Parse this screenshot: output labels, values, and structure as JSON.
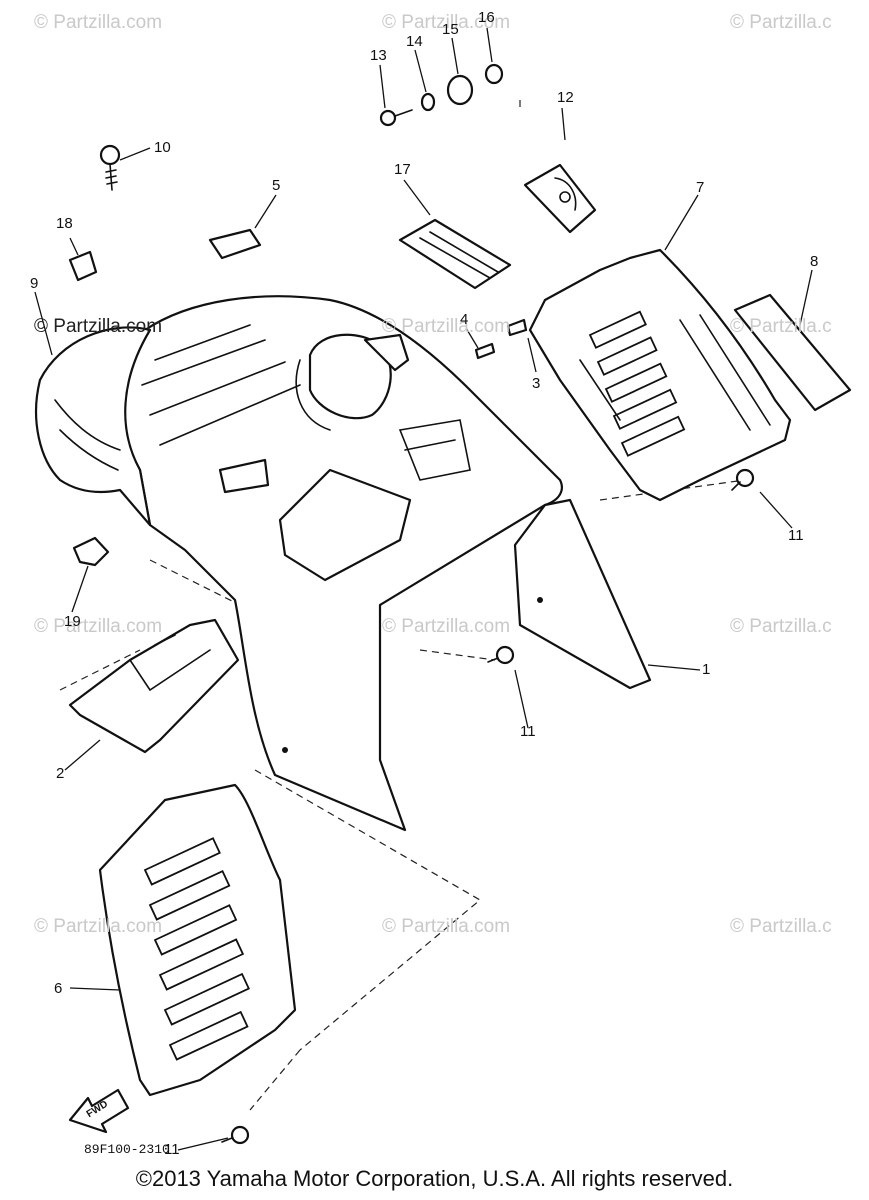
{
  "callouts": [
    {
      "id": "1",
      "text": "1"
    },
    {
      "id": "2",
      "text": "2"
    },
    {
      "id": "3",
      "text": "3"
    },
    {
      "id": "4",
      "text": "4"
    },
    {
      "id": "5",
      "text": "5"
    },
    {
      "id": "6",
      "text": "6"
    },
    {
      "id": "7",
      "text": "7"
    },
    {
      "id": "8",
      "text": "8"
    },
    {
      "id": "9",
      "text": "9"
    },
    {
      "id": "10",
      "text": "10"
    },
    {
      "id": "11a",
      "text": "11"
    },
    {
      "id": "11b",
      "text": "11"
    },
    {
      "id": "11c",
      "text": "11"
    },
    {
      "id": "12",
      "text": "12"
    },
    {
      "id": "13",
      "text": "13"
    },
    {
      "id": "14",
      "text": "14"
    },
    {
      "id": "15",
      "text": "15"
    },
    {
      "id": "16",
      "text": "16"
    },
    {
      "id": "17",
      "text": "17"
    },
    {
      "id": "18",
      "text": "18"
    },
    {
      "id": "19",
      "text": "19"
    }
  ],
  "watermark": "© Partzilla.com",
  "watermark_short": "© Partzilla.c",
  "fwd_label": "FWD",
  "diagram_code": "89F100-2310",
  "copyright": "©2013 Yamaha Motor Corporation, U.S.A. All rights reserved."
}
